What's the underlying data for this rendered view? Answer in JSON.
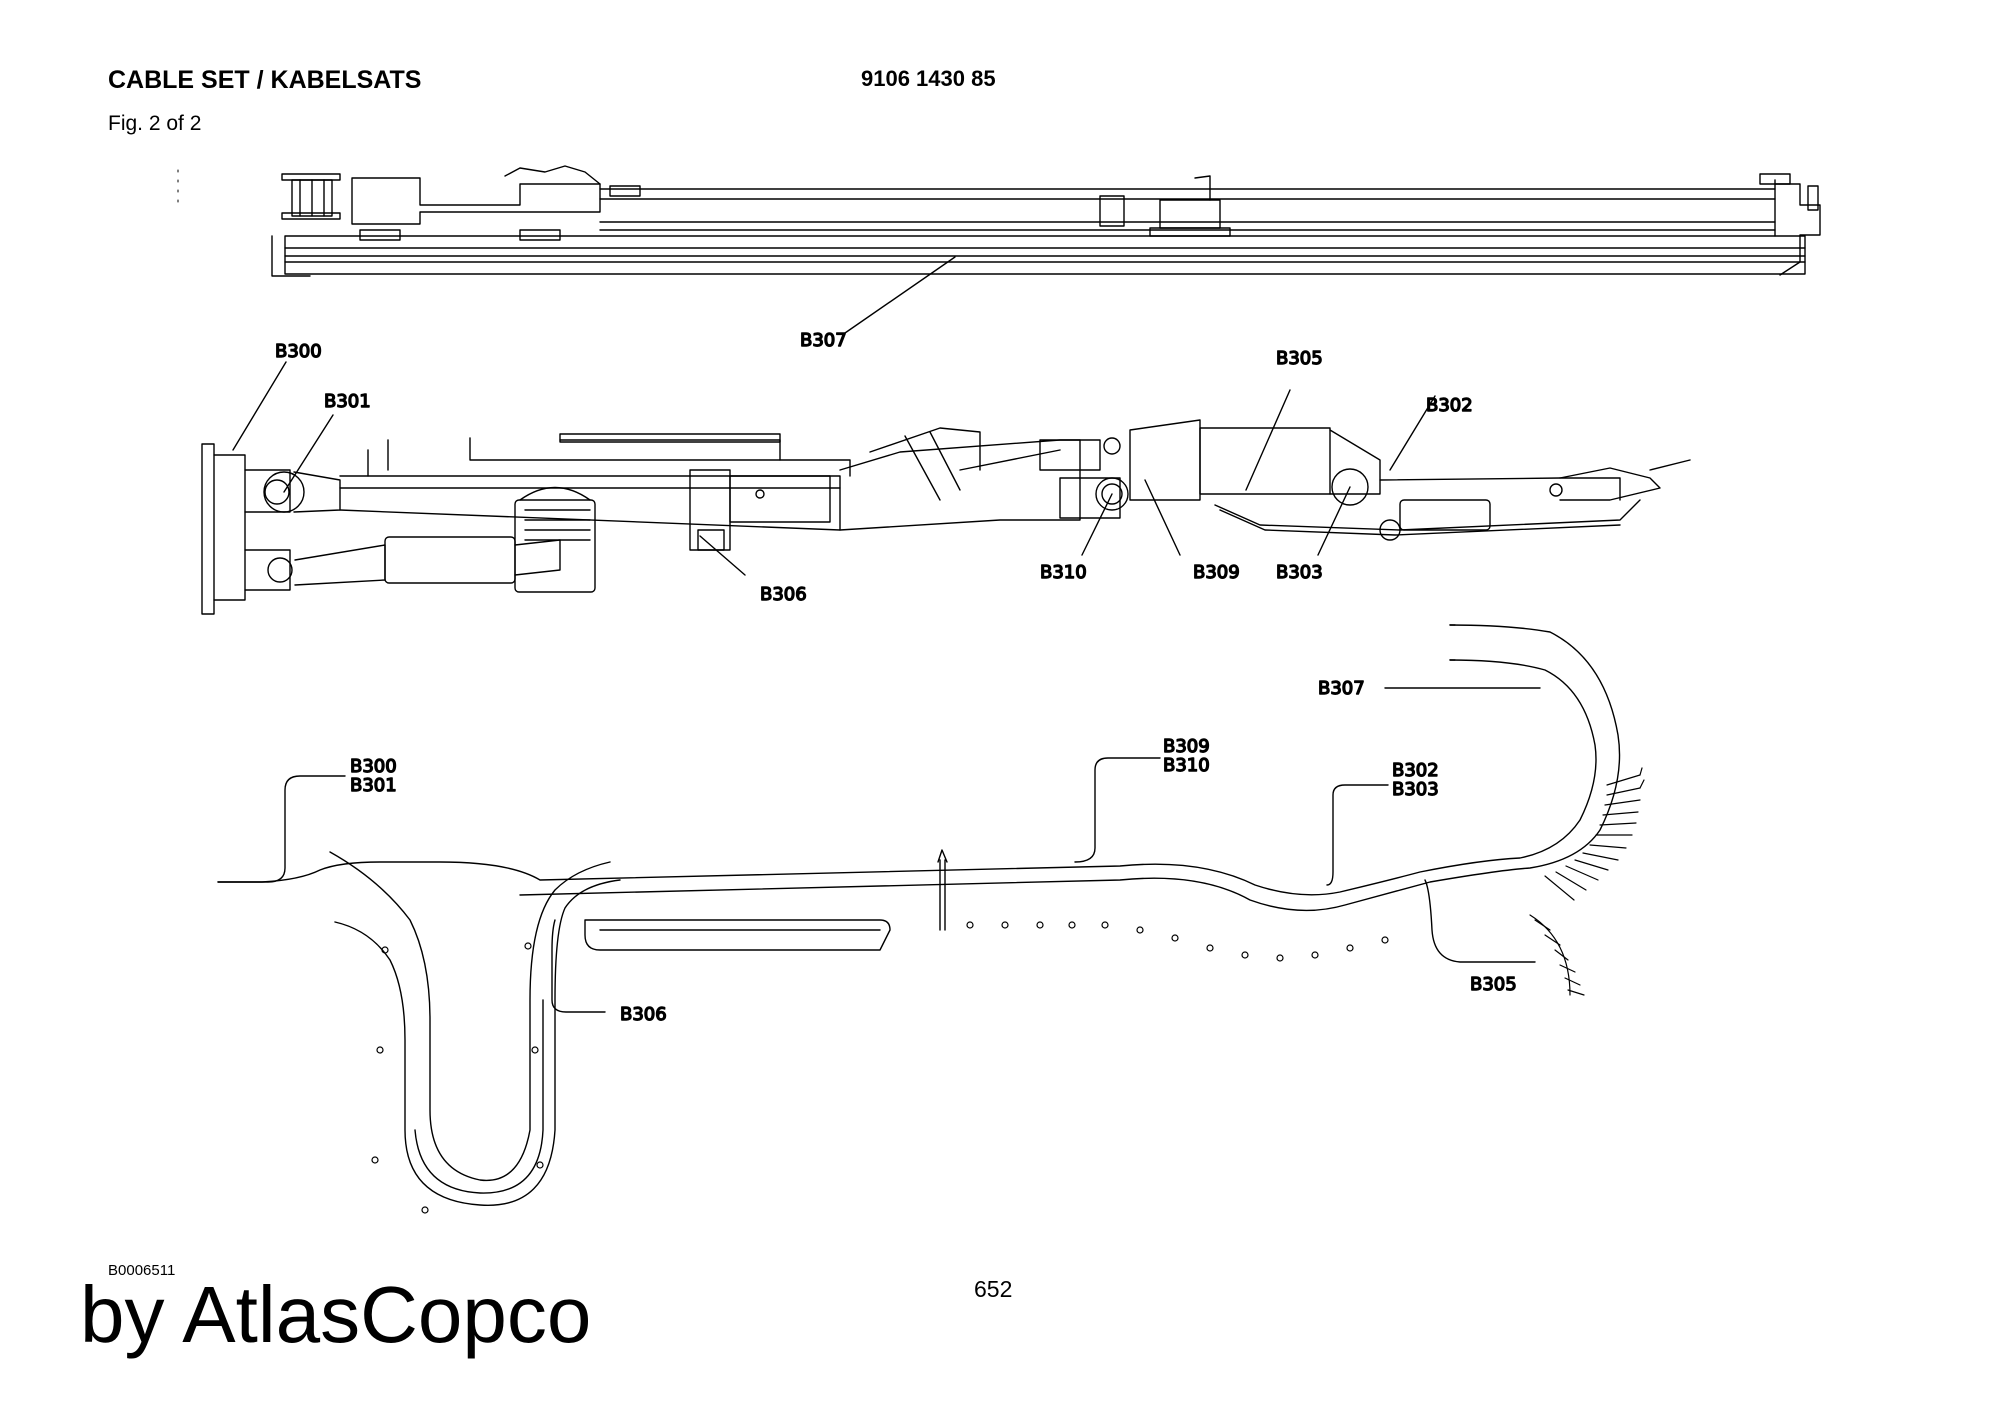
{
  "header": {
    "title": "CABLE SET / KABELSATS",
    "part_number": "9106 1430 85",
    "figure": "Fig. 2 of 2"
  },
  "footer": {
    "doc_id": "B0006511",
    "page_number": "652",
    "brand": "by AtlasCopco"
  },
  "labels": {
    "top_b307": "B307",
    "boom_b300": "B300",
    "boom_b301": "B301",
    "boom_b305": "B305",
    "boom_b302": "B302",
    "boom_b306": "B306",
    "boom_b310": "B310",
    "boom_b309": "B309",
    "boom_b303": "B303",
    "cable_b307": "B307",
    "cable_b300": "B300",
    "cable_b301": "B301",
    "cable_b309": "B309",
    "cable_b310": "B310",
    "cable_b302": "B302",
    "cable_b303": "B303",
    "cable_b306": "B306",
    "cable_b305": "B305"
  }
}
